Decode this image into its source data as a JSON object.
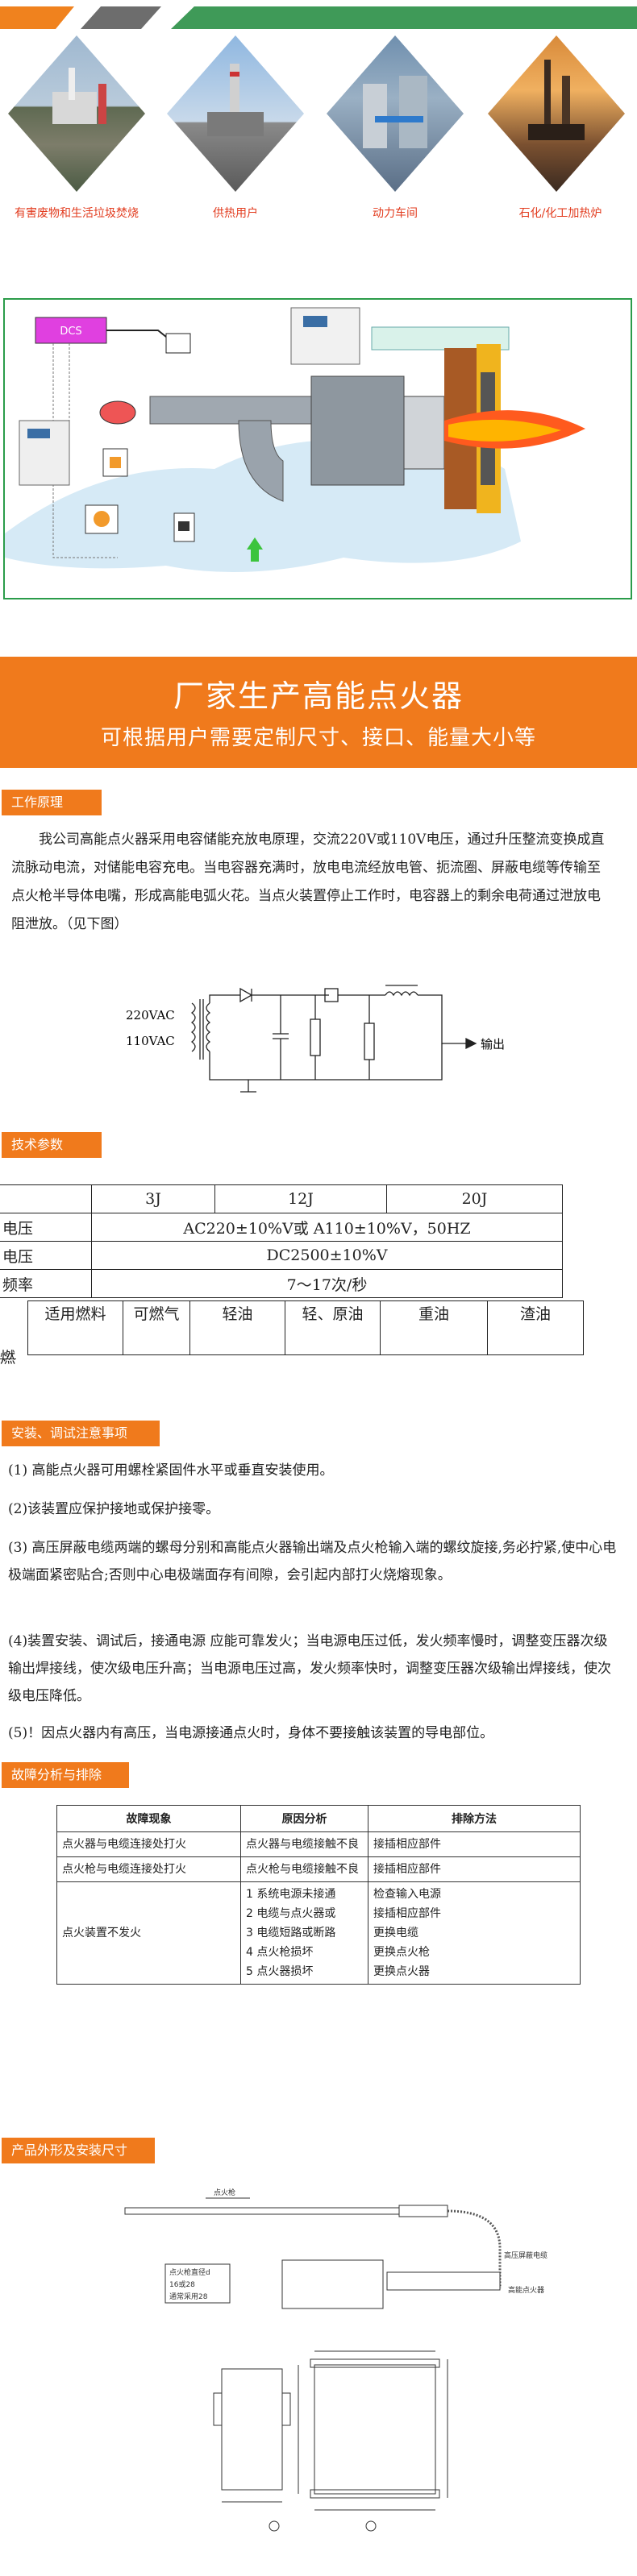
{
  "apps": [
    {
      "caption": "有害废物和生活垃圾焚烧"
    },
    {
      "caption": "供热用户"
    },
    {
      "caption": "动力车间"
    },
    {
      "caption": "石化/化工加热炉"
    }
  ],
  "diagram": {
    "dcs_label": "DCS"
  },
  "banner": {
    "title": "厂家生产高能点火器",
    "subtitle": "可根据用户需要定制尺寸、接口、能量大小等"
  },
  "principle": {
    "tag": "工作原理",
    "text": "我公司高能点火器采用电容储能充放电原理，交流220V或110V电压，通过升压整流变换成直流脉动电流，对储能电容充电。当电容器充满时，放电电流经放电管、扼流圈、屏蔽电缆等传输至点火枪半导体电嘴，形成高能电弧火花。当点火装置停止工作时，电容器上的剩余电荷通过泄放电阻泄放。（见下图）",
    "circuit": {
      "v1": "220VAC",
      "v2": "110VAC",
      "out": "输出"
    }
  },
  "specs": {
    "tag": "技术参数",
    "energies": [
      "3J",
      "12J",
      "20J"
    ],
    "rows": [
      {
        "label": "电压",
        "value": "AC220±10%V或 A110±10%V，50HZ"
      },
      {
        "label": "电压",
        "value": "DC2500±10%V"
      },
      {
        "label": "频率",
        "value": "7～17次/秒"
      }
    ],
    "fuel_header": "适用燃料",
    "fuels": [
      "可燃气",
      "轻油",
      "轻、原油",
      "重油",
      "渣油"
    ],
    "fuel_row_label": "燃"
  },
  "install": {
    "tag": "安装、调试注意事项",
    "items": [
      "(1) 高能点火器可用螺栓紧固件水平或垂直安装使用。",
      "(2)该装置应保护接地或保护接零。",
      "(3) 高压屏蔽电缆两端的螺母分别和高能点火器输出端及点火枪输入端的螺纹旋接,务必拧紧,使中心电极端面紧密贴合;否则中心电极端面存有间隙，会引起内部打火烧熔现象。",
      "(4)装置安装、调试后，接通电源 应能可靠发火；当电源电压过低，发火频率慢时，调整变压器次级输出焊接线，使次级电压升高；当电源电压过高，发火频率快时，调整变压器次级输出焊接线，使次级电压降低。",
      "(5)！因点火器内有高压，当电源接通点火时，身体不要接触该装置的导电部位。"
    ]
  },
  "faults": {
    "tag": "故障分析与排除",
    "headers": [
      "故障现象",
      "原因分析",
      "排除方法"
    ],
    "rows": [
      {
        "symptom": "点火器与电缆连接处打火",
        "cause": "点火器与电缆接触不良",
        "fix": "接插相应部件"
      },
      {
        "symptom": "点火枪与电缆连接处打火",
        "cause": "点火枪与电缆接触不良",
        "fix": "接插相应部件"
      },
      {
        "symptom": "点火装置不发火",
        "causes": [
          "1 系统电源未接通",
          "2 电缆与点火器或",
          "3 电缆短路或断路",
          "4 点火枪损坏",
          "5 点火器损坏"
        ],
        "fixes": [
          "检查输入电源",
          "接插相应部件",
          "更换电缆",
          "更换点火枪",
          "更换点火器"
        ]
      }
    ]
  },
  "dims": {
    "tag": "产品外形及安装尺寸",
    "gun_label": "点火枪",
    "cable_label": "高压屏蔽电缆",
    "igniter_label": "高能点火器",
    "box_lines": [
      "点火枪直径d",
      "16或28",
      "通常采用28"
    ]
  }
}
